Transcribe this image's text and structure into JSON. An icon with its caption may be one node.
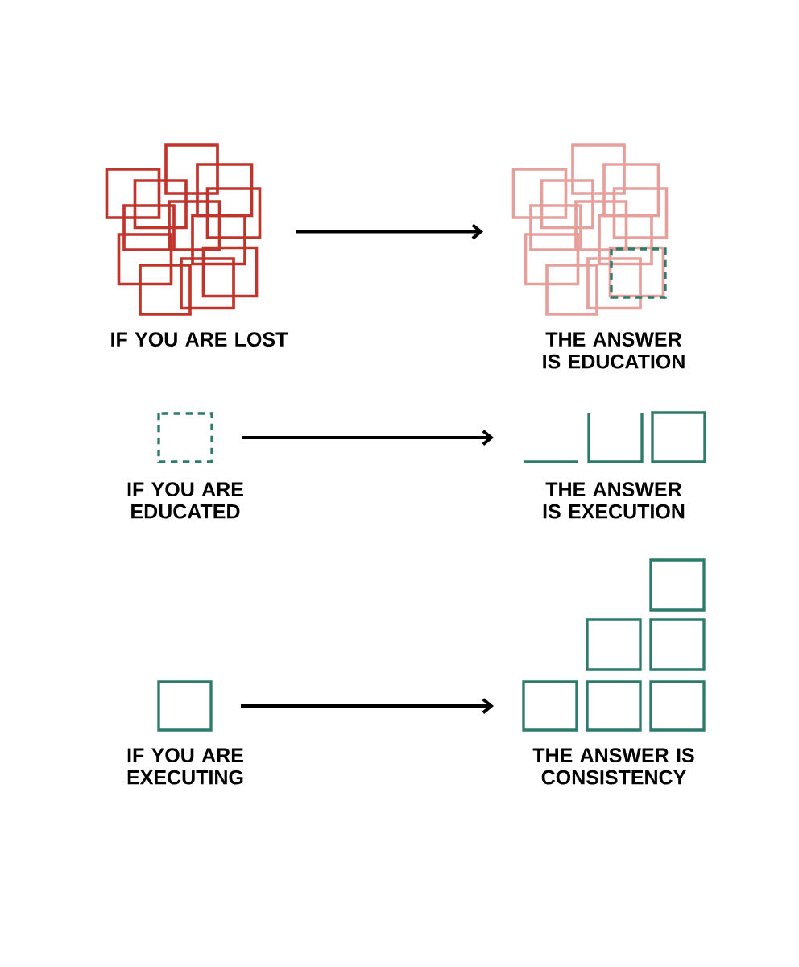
{
  "diagram": {
    "nodes": [
      {
        "text": [
          "IF YOU ARE LOST"
        ]
      },
      {
        "text": [
          "THE ANSWER IS EDUCATION"
        ]
      },
      {
        "text": [
          "IF YOU ARE EDUCATED"
        ]
      },
      {
        "text": [
          "THE ANSWER IS EXECUTION"
        ]
      },
      {
        "text": [
          "IF YOU ARE EXECUTING"
        ]
      },
      {
        "text": [
          "THE ANSWER IS CONSISTENCY"
        ]
      }
    ],
    "edges": [
      {
        "from": 0,
        "to": 1,
        "arrow": "to"
      },
      {
        "from": 2,
        "to": 3,
        "arrow": "to"
      },
      {
        "from": 4,
        "to": 5,
        "arrow": "to"
      }
    ]
  }
}
